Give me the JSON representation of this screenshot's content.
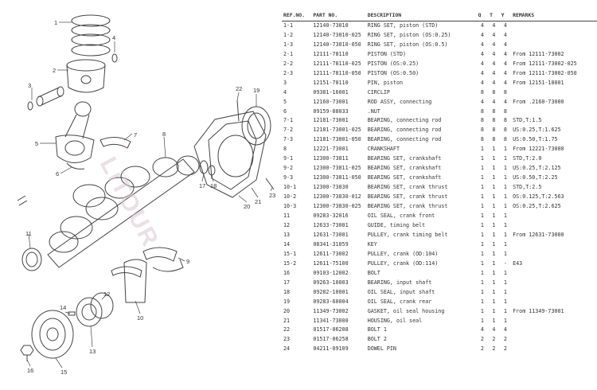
{
  "table": {
    "headers": [
      "REF.NO.",
      "PART NO.",
      "DESCRIPTION",
      "Q",
      "T",
      "Y",
      "REMARKS"
    ],
    "rows": [
      [
        "1-1",
        "12140-73010",
        "RING SET, piston (STD)",
        "4",
        "4",
        "4",
        ""
      ],
      [
        "1-2",
        "12140-73010-025",
        "RING SET, piston (OS:0.25)",
        "4",
        "4",
        "4",
        ""
      ],
      [
        "1-3",
        "12140-73010-050",
        "RING SET, piston (OS:0.5)",
        "4",
        "4",
        "4",
        ""
      ],
      [
        "2-1",
        "12111-78110",
        "PISTON (STD)",
        "4",
        "4",
        "4",
        "From 12111-73002"
      ],
      [
        "2-2",
        "12111-78110-025",
        "PISTON (OS:0.25)",
        "4",
        "4",
        "4",
        "From 12111-73002-025"
      ],
      [
        "2-3",
        "12111-78110-050",
        "PISTON (OS:0.50)",
        "4",
        "4",
        "4",
        "From 12111-73002-050"
      ],
      [
        "3",
        "12151-78110",
        "PIN, piston",
        "4",
        "4",
        "4",
        "From 12151-18001"
      ],
      [
        "4",
        "09381-16001",
        "CIRCLIP",
        "8",
        "8",
        "8",
        ""
      ],
      [
        "5",
        "12160-73001",
        "ROD ASSY, connecting",
        "4",
        "4",
        "4",
        "From .2160-73000"
      ],
      [
        "6",
        "09159-08033",
        ".NUT",
        "8",
        "8",
        "8",
        ""
      ],
      [
        "7-1",
        "12181-73001",
        "BEARING, connecting rod",
        "8",
        "8",
        "8",
        "STD,T:1.5"
      ],
      [
        "7-2",
        "12181-73001-025",
        "BEARING, connecting rod",
        "8",
        "8",
        "8",
        "US:0.25,T:1.625"
      ],
      [
        "7-3",
        "12181-73001-050",
        "BEARING, connecting rod",
        "8",
        "8",
        "8",
        "US:0.50,T:1.75"
      ],
      [
        "8",
        "12221-73001",
        "CRANKSHAFT",
        "1",
        "1",
        "1",
        "From 12221-73000"
      ],
      [
        "9-1",
        "12300-73811",
        "BEARING SET, crankshaft",
        "1",
        "1",
        "1",
        "STD,T:2.0"
      ],
      [
        "9-2",
        "12300-73811-025",
        "BEARING SET, crankshaft",
        "1",
        "1",
        "1",
        "US:0.25,T:2.125"
      ],
      [
        "9-3",
        "12300-73811-050",
        "BEARING SET, crankshaft",
        "1",
        "1",
        "1",
        "US:0.50,T:2.25"
      ],
      [
        "10-1",
        "12300-73830",
        "BEARING SET, crank thrust",
        "1",
        "1",
        "1",
        "STD,T:2.5"
      ],
      [
        "10-2",
        "12300-73830-012",
        "BEARING SET, crank thrust",
        "1",
        "1",
        "1",
        "OS:0.125,T:2.563"
      ],
      [
        "10-3",
        "12300-73830-025",
        "BEARING SET, crank thrust",
        "1",
        "1",
        "1",
        "OS:0.25,T:2.625"
      ],
      [
        "11",
        "09283-32016",
        "OIL SEAL, crank front",
        "1",
        "1",
        "1",
        ""
      ],
      [
        "12",
        "12633-73001",
        "GUIDE, timing belt",
        "1",
        "1",
        "1",
        ""
      ],
      [
        "13",
        "12631-73001",
        "PULLEY, crank timing belt",
        "1",
        "1",
        "1",
        "From 12631-73000"
      ],
      [
        "14",
        "08341-31059",
        "KEY",
        "1",
        "1",
        "1",
        ""
      ],
      [
        "15-1",
        "12611-73002",
        "PULLEY, crank (OD:104)",
        "1",
        "1",
        "1",
        ""
      ],
      [
        "15-2",
        "12611-75100",
        "PULLEY, crank (OD:114)",
        "1",
        "1",
        "-",
        "E43"
      ],
      [
        "16",
        "09103-12002",
        "BOLT",
        "1",
        "1",
        "1",
        ""
      ],
      [
        "17",
        "09263-10003",
        "BEARING, input shaft",
        "1",
        "1",
        "1",
        ""
      ],
      [
        "18",
        "09282-10001",
        "OIL SEAL, input shaft",
        "1",
        "1",
        "1",
        ""
      ],
      [
        "19",
        "09283-60004",
        "OIL SEAL, crank rear",
        "1",
        "1",
        "1",
        ""
      ],
      [
        "20",
        "11349-73002",
        "GASKET, oil seal housing",
        "1",
        "1",
        "1",
        "From 11349-73001"
      ],
      [
        "21",
        "11341-73000",
        "HOUSING, oil seal",
        "1",
        "1",
        "1",
        ""
      ],
      [
        "22",
        "01517-06208",
        "BOLT 1",
        "4",
        "4",
        "4",
        ""
      ],
      [
        "23",
        "01517-06258",
        "BOLT 2",
        "2",
        "2",
        "2",
        ""
      ],
      [
        "24",
        "04211-09109",
        "DOWEL PIN",
        "2",
        "2",
        "2",
        ""
      ]
    ]
  },
  "diagram": {
    "callouts": [
      "1",
      "2",
      "3",
      "4",
      "5",
      "6",
      "7",
      "8",
      "9",
      "10",
      "11",
      "12",
      "13",
      "14",
      "15",
      "16",
      "17",
      "18",
      "19",
      "20",
      "21",
      "22",
      "23"
    ],
    "watermark": "LiTOUR"
  }
}
